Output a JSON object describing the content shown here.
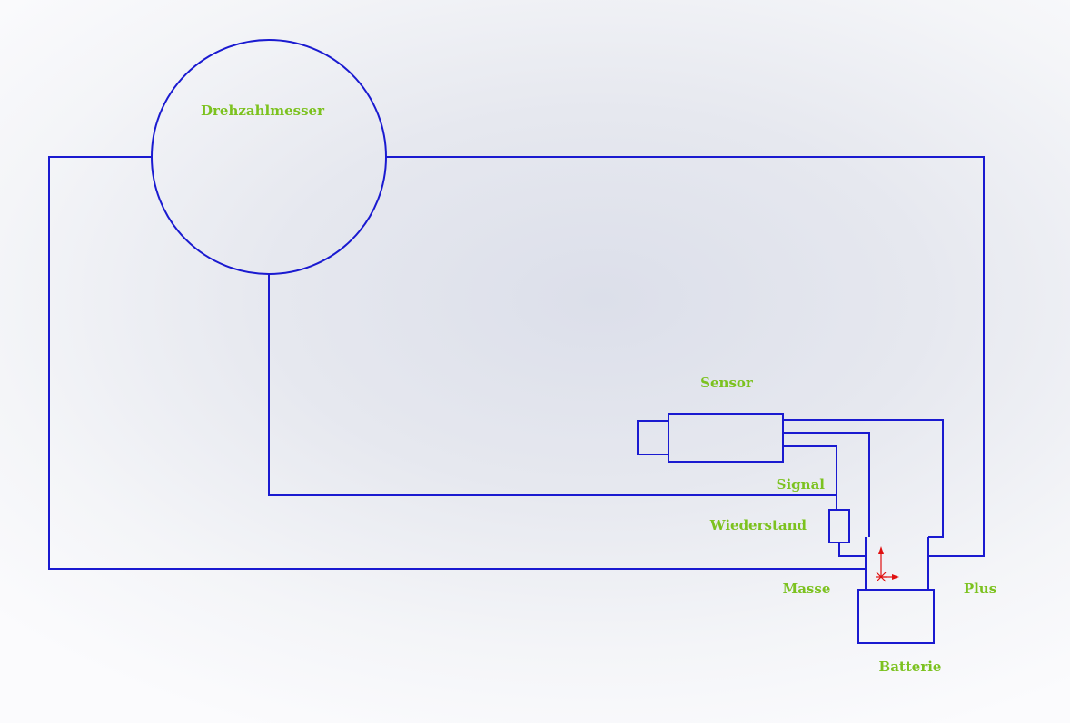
{
  "diagram": {
    "labels": {
      "tachometer": "Drehzahlmesser",
      "sensor": "Sensor",
      "signal": "Signal",
      "resistor": "Wiederstand",
      "ground": "Masse",
      "plus": "Plus",
      "battery": "Batterie"
    },
    "colors": {
      "wire": "#1a1ad0",
      "label": "#7cc21f",
      "origin_marker": "#e01010"
    }
  }
}
